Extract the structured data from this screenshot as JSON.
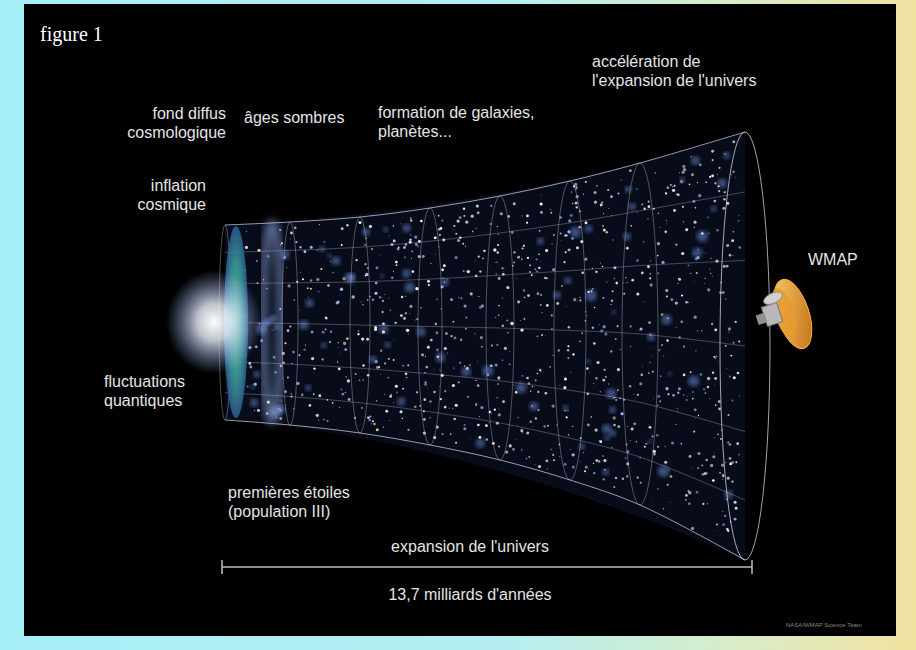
{
  "diagram": {
    "labels": [
      "figure 1",
      "fond diffus cosmologique",
      "âges sombres",
      "formation de galaxies, planètes...",
      "accélération de l'expansion de l'univers",
      "inflation cosmique",
      "WMAP",
      "fluctuations quantiques",
      "premières étoiles (population III)",
      "expansion de l'univers",
      "13,7 milliards d'années",
      "NASA/WMAP Science Team"
    ]
  }
}
